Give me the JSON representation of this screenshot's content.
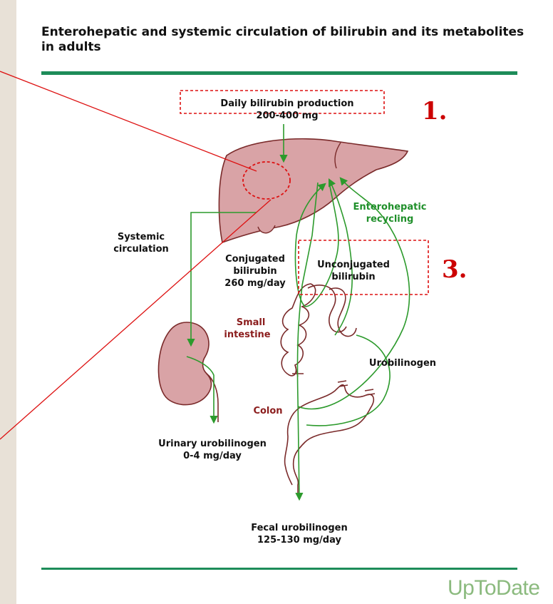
{
  "title": "Enterohepatic and systemic circulation of bilirubin and its metabolites in adults",
  "labels": {
    "daily_production": "Daily bilirubin production",
    "daily_production_value": "200-400 mg",
    "enterohepatic": "Enterohepatic",
    "recycling": "recycling",
    "systemic": "Systemic",
    "circulation": "circulation",
    "conjugated": "Conjugated",
    "conj_bilirubin": "bilirubin",
    "conj_value": "260 mg/day",
    "unconjugated": "Unconjugated",
    "unconj_bilirubin": "bilirubin",
    "small": "Small",
    "intestine": "intestine",
    "urobilinogen": "Urobilinogen",
    "colon": "Colon",
    "urinary": "Urinary urobilinogen",
    "urinary_value": "0-4 mg/day",
    "fecal": "Fecal urobilinogen",
    "fecal_value": "125-130 mg/day"
  },
  "markers": {
    "one": "1.",
    "three": "3."
  },
  "brand": "UpToDate",
  "colors": {
    "organ_fill": "#d9a3a6",
    "organ_stroke": "#7a2a2a",
    "arrow": "#2c9a2c",
    "rule": "#1d8c59",
    "annotation": "#dd1111"
  }
}
